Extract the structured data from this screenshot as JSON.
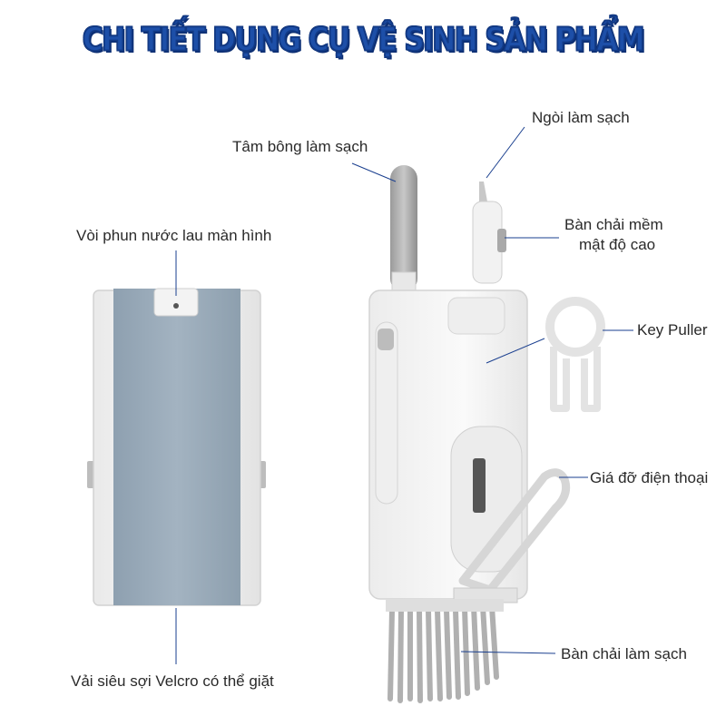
{
  "title": "CHI TIẾT DỤNG CỤ VỆ SINH SẢN PHẨM",
  "labels": {
    "spray_nozzle": "Vòi phun nước lau màn hình",
    "microfiber": "Vải siêu sợi Velcro có thể giặt",
    "cotton_pad": "Tâm bông làm sạch",
    "cleaning_pen": "Ngòi làm sạch",
    "soft_brush_line1": "Bàn chải mềm",
    "soft_brush_line2": "mật độ cao",
    "key_puller": "Key Puller",
    "phone_stand": "Giá đỡ điện thoại",
    "cleaning_brush": "Bàn chải làm sạch"
  },
  "colors": {
    "title": "#1d4fa8",
    "body_white": "#f4f4f4",
    "microfiber_blue": "#98a9b8",
    "callout_line": "#1a3f8f",
    "bristle": "#b5b5b5"
  }
}
